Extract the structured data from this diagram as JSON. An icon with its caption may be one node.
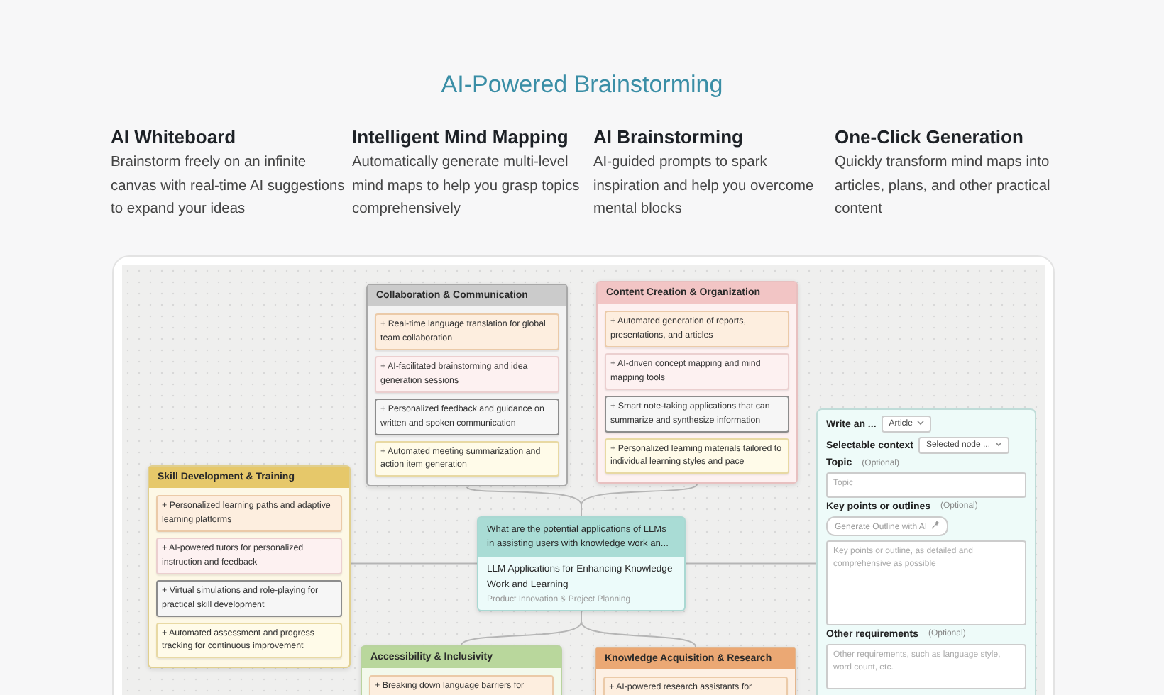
{
  "diagram": {
    "title": "AI-Powered Brainstorming",
    "nodes": [
      {
        "text": [
          "Collaboration & Communication"
        ]
      },
      {
        "text": [
          "+ Real-time language translation for global team collaboration"
        ],
        "in": 0
      },
      {
        "text": [
          "+ AI-facilitated brainstorming and idea generation sessions"
        ],
        "in": 0
      },
      {
        "text": [
          "+ Personalized feedback and guidance on written and spoken communication"
        ],
        "in": 0
      },
      {
        "text": [
          "+ Automated meeting summarization and action item generation"
        ],
        "in": 0
      },
      {
        "text": [
          "Content Creation & Organization"
        ]
      },
      {
        "text": [
          "+ Automated generation of reports, presentations, and articles"
        ],
        "in": 5
      },
      {
        "text": [
          "+ AI-driven concept mapping and mind mapping tools"
        ],
        "in": 5
      },
      {
        "text": [
          "+ Smart note-taking applications that can summarize and synthesize information"
        ],
        "in": 5
      },
      {
        "text": [
          "+ Personalized learning materials tailored to individual learning styles and pace"
        ],
        "in": 5
      },
      {
        "text": [
          "Write an ...",
          "Article",
          "Selectable context",
          "Selected node ...",
          "Topic",
          "(Optional)",
          "Topic",
          "Key points or outlines",
          "(Optional)",
          "Generate Outline with AI",
          "Key points or outline, as detailed and comprehensive as possible",
          "Other requirements",
          "(Optional)",
          "Other requirements, such as language style, word count, etc."
        ]
      },
      {
        "text": [
          "Skill Development & Training"
        ]
      },
      {
        "text": [
          "+ Personalized learning paths and adaptive learning platforms"
        ],
        "in": 11
      },
      {
        "text": [
          "+ AI-powered tutors for personalized instruction and feedback"
        ],
        "in": 11
      },
      {
        "text": [
          "+ Virtual simulations and role-playing for practical skill development"
        ],
        "in": 11
      },
      {
        "text": [
          "+ Automated assessment and progress tracking for continuous improvement"
        ],
        "in": 11
      },
      {
        "text": [
          "What are the potential applications of LLMs in assisting users with knowledge work an...",
          "LLM Applications for Enhancing Knowledge Work and Learning",
          "Product Innovation & Project Planning"
        ]
      },
      {
        "text": [
          "Accessibility & Inclusivity"
        ]
      },
      {
        "text": [
          "+ Breaking down language barriers for"
        ],
        "in": 17
      },
      {
        "text": [
          "Knowledge Acquisition & Research"
        ]
      },
      {
        "text": [
          "+ AI-powered research assistants for"
        ],
        "in": 19
      }
    ],
    "edges": [
      {
        "from": 16,
        "to": 0,
        "arrow": "none"
      },
      {
        "from": 16,
        "to": 5,
        "arrow": "none"
      },
      {
        "from": 16,
        "to": 11,
        "arrow": "none"
      },
      {
        "from": 16,
        "to": 10,
        "arrow": "none"
      },
      {
        "from": 16,
        "to": 17,
        "arrow": "none"
      },
      {
        "from": 16,
        "to": 19,
        "arrow": "none"
      }
    ],
    "labels": [
      "AI Whiteboard",
      "Brainstorm freely on an infinite canvas with real-time AI suggestions to expand your ideas",
      "Intelligent Mind Mapping",
      "Automatically generate multi-level mind maps to help you grasp topics comprehensively",
      "AI Brainstorming",
      "AI-guided prompts to spark inspiration and help you overcome mental blocks",
      "One-Click Generation",
      "Quickly transform mind maps into articles, plans, and other practical content"
    ]
  }
}
